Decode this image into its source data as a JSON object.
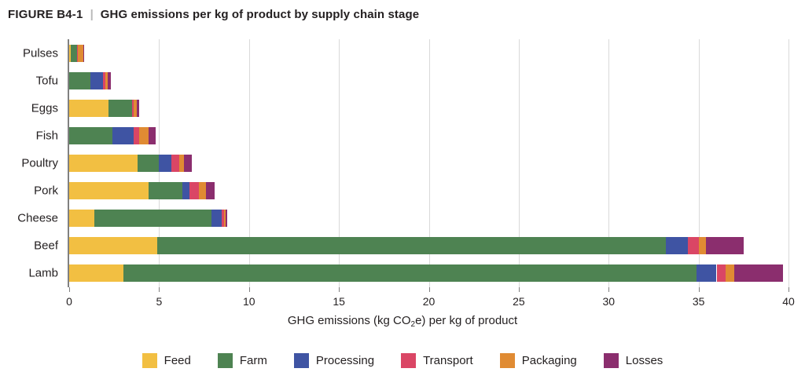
{
  "figure": {
    "number": "FIGURE B4-1",
    "separator": "|",
    "title": "GHG emissions per kg of product by supply chain stage"
  },
  "chart_data": {
    "type": "bar",
    "orientation": "horizontal",
    "stacked": true,
    "title": "GHG emissions per kg of product by supply chain stage",
    "xlabel": "GHG emissions (kg CO2e) per kg of product",
    "ylabel": "",
    "xlim": [
      0,
      40
    ],
    "ylim": null,
    "grid": "vertical",
    "legend_position": "bottom",
    "xticks": [
      0,
      5,
      10,
      15,
      20,
      25,
      30,
      35,
      40
    ],
    "xticklabels": [
      "0",
      "5",
      "10",
      "15",
      "20",
      "25",
      "30",
      "35",
      "40"
    ],
    "categories": [
      "Pulses",
      "Tofu",
      "Eggs",
      "Fish",
      "Poultry",
      "Pork",
      "Cheese",
      "Beef",
      "Lamb"
    ],
    "series": [
      {
        "name": "Feed",
        "color": "#F2BF42",
        "values": [
          0.1,
          0.0,
          2.2,
          0.0,
          3.8,
          4.4,
          1.4,
          4.9,
          3.0
        ]
      },
      {
        "name": "Farm",
        "color": "#4E8352",
        "values": [
          0.35,
          1.2,
          1.3,
          2.4,
          1.2,
          1.9,
          6.5,
          28.3,
          31.9
        ]
      },
      {
        "name": "Processing",
        "color": "#3F54A3",
        "values": [
          0.0,
          0.7,
          0.0,
          1.2,
          0.7,
          0.4,
          0.6,
          1.2,
          1.1
        ]
      },
      {
        "name": "Transport",
        "color": "#DA4665",
        "values": [
          0.05,
          0.1,
          0.1,
          0.3,
          0.4,
          0.5,
          0.1,
          0.6,
          0.5
        ]
      },
      {
        "name": "Packaging",
        "color": "#E08B33",
        "values": [
          0.3,
          0.15,
          0.15,
          0.5,
          0.3,
          0.4,
          0.1,
          0.4,
          0.5
        ]
      },
      {
        "name": "Losses",
        "color": "#8B2E6E",
        "values": [
          0.05,
          0.15,
          0.15,
          0.4,
          0.4,
          0.5,
          0.1,
          2.1,
          2.7
        ]
      }
    ],
    "totals": [
      0.85,
      2.3,
      3.9,
      4.8,
      6.8,
      8.1,
      8.8,
      37.5,
      39.7
    ]
  },
  "axis": {
    "x_label_prefix": "GHG emissions (kg CO",
    "x_label_sub": "2",
    "x_label_suffix": "e) per kg of product"
  },
  "colors": {
    "feed": "#F2BF42",
    "farm": "#4E8352",
    "processing": "#3F54A3",
    "transport": "#DA4665",
    "packaging": "#E08B33",
    "losses": "#8B2E6E",
    "axis": "#808080",
    "grid": "#d9d9d9",
    "text": "#231f20"
  }
}
